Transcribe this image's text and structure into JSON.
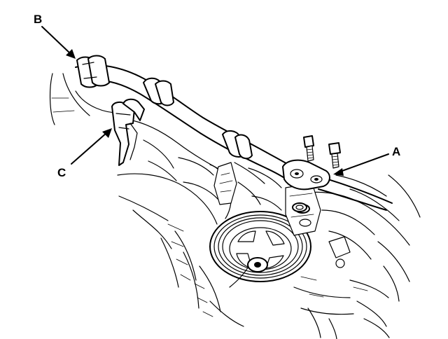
{
  "figure": {
    "callouts": {
      "a": "A",
      "b": "B",
      "c": "C"
    }
  }
}
